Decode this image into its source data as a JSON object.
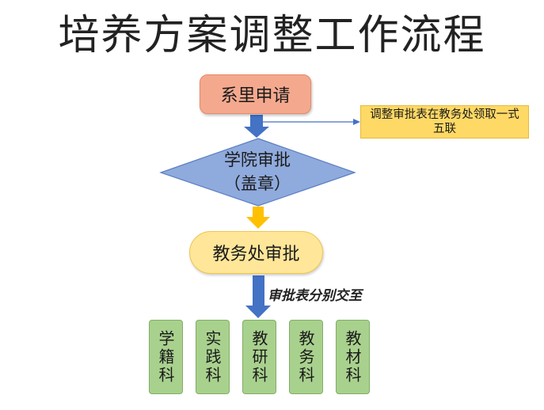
{
  "title": "培养方案调整工作流程",
  "steps": {
    "apply": "系里申请",
    "college_line1": "学院审批",
    "college_line2": "（盖章）",
    "academic": "教务处审批"
  },
  "note": "调整审批表在教务处领取一式五联",
  "distribute_label": "审批表分别交至",
  "departments": [
    "学籍科",
    "实践科",
    "教研科",
    "教务科",
    "教材科"
  ],
  "colors": {
    "apply_fill": "#f4a98e",
    "note_fill": "#ffd966",
    "diamond_fill": "#8faadc",
    "academic_fill": "#ffe699",
    "dept_fill": "#a9d18e",
    "arrow_blue": "#4472c4",
    "arrow_gold": "#ffc000"
  }
}
